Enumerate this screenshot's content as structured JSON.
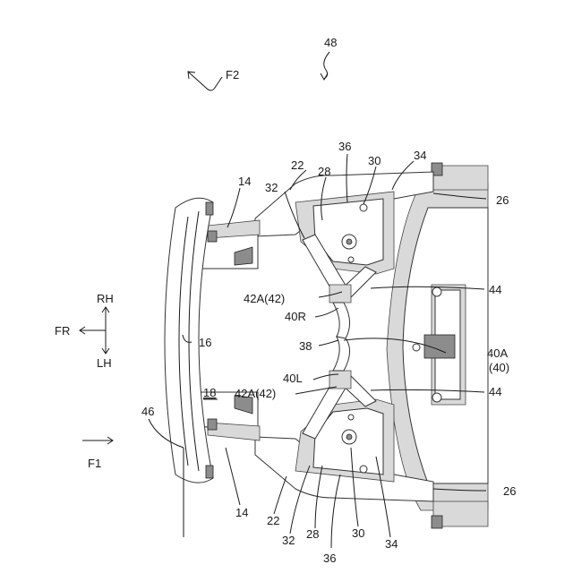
{
  "figure": {
    "direction_labels": {
      "rh": "RH",
      "lh": "LH",
      "fr": "FR"
    },
    "labels": {
      "n48": "48",
      "f2": "F2",
      "f1": "F1",
      "n36_top": "36",
      "n30_top": "30",
      "n34_top": "34",
      "n22_top": "22",
      "n28_top": "28",
      "n14_top": "14",
      "n32_top": "32",
      "n26_top": "26",
      "n44_top": "44",
      "n42a_top": "42A(42)",
      "n40r": "40R",
      "n38": "38",
      "n40a": "40A",
      "n40": "(40)",
      "n16": "16",
      "n40l": "40L",
      "n18": "18",
      "n42a_bot": "42A(42)",
      "n44_bot": "44",
      "n46": "46",
      "n26_bot": "26",
      "n14_bot": "14",
      "n22_bot": "22",
      "n32_bot": "32",
      "n28_bot": "28",
      "n30_bot": "30",
      "n34_bot": "34",
      "n36_bot": "36"
    }
  }
}
